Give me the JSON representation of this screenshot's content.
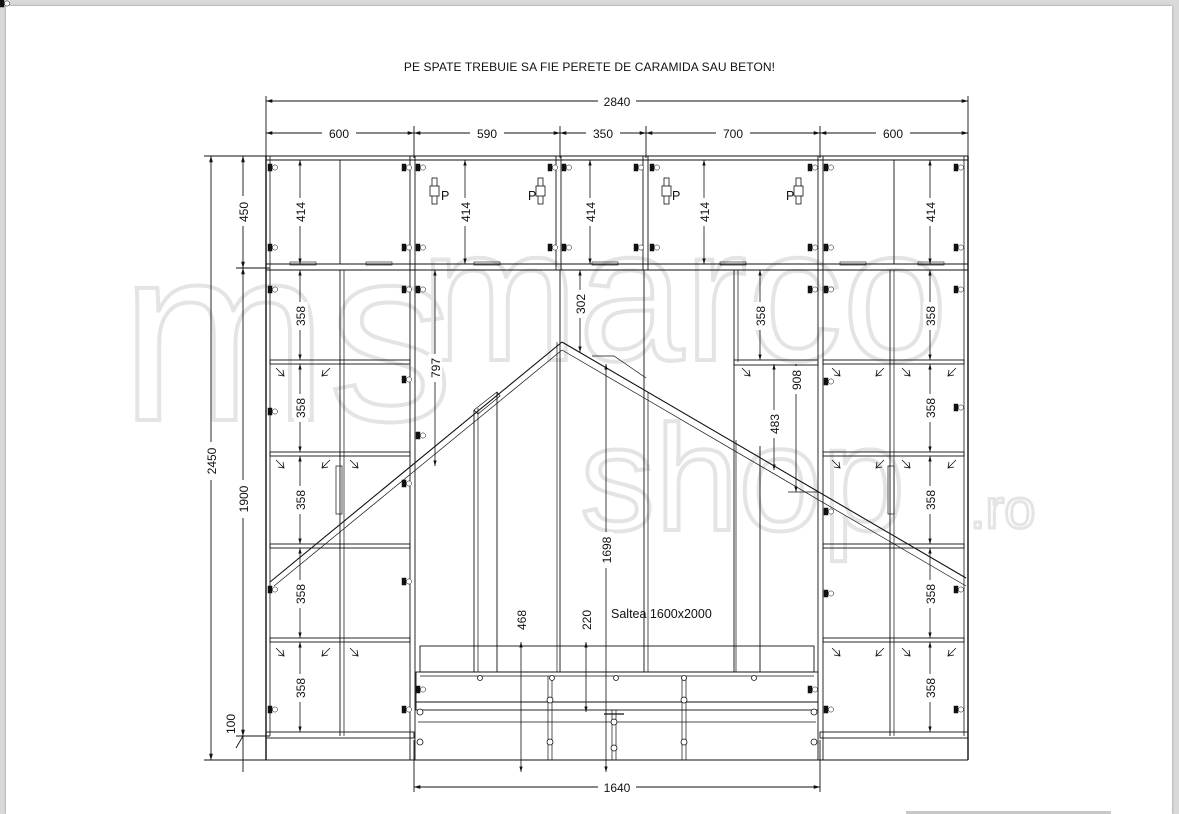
{
  "note": "PE SPATE TREBUIE SA FIE PERETE DE CARAMIDA SAU BETON!",
  "watermark": {
    "brand": "marco",
    "prefix": "ms",
    "suffix": "shop",
    "tld": ".ro"
  },
  "dims": {
    "total_width": "2840",
    "seg1": "600",
    "seg2": "590",
    "seg3": "350",
    "seg4": "700",
    "seg5": "600",
    "total_height": "2450",
    "top_height": "450",
    "lower_height": "1900",
    "base_height": "100",
    "top_inner": "414",
    "shelf": "358",
    "arch_top": "302",
    "side_drop": "797",
    "right_drop": "908",
    "right_inner": "483",
    "headboard": "1698",
    "bed_468": "468",
    "bed_220": "220",
    "bed_width": "1640"
  },
  "mattress_label": "Saltea 1600x2000",
  "piston_label": "P",
  "colors": {
    "line": "#111111",
    "watermark": "#e6e6e6"
  }
}
